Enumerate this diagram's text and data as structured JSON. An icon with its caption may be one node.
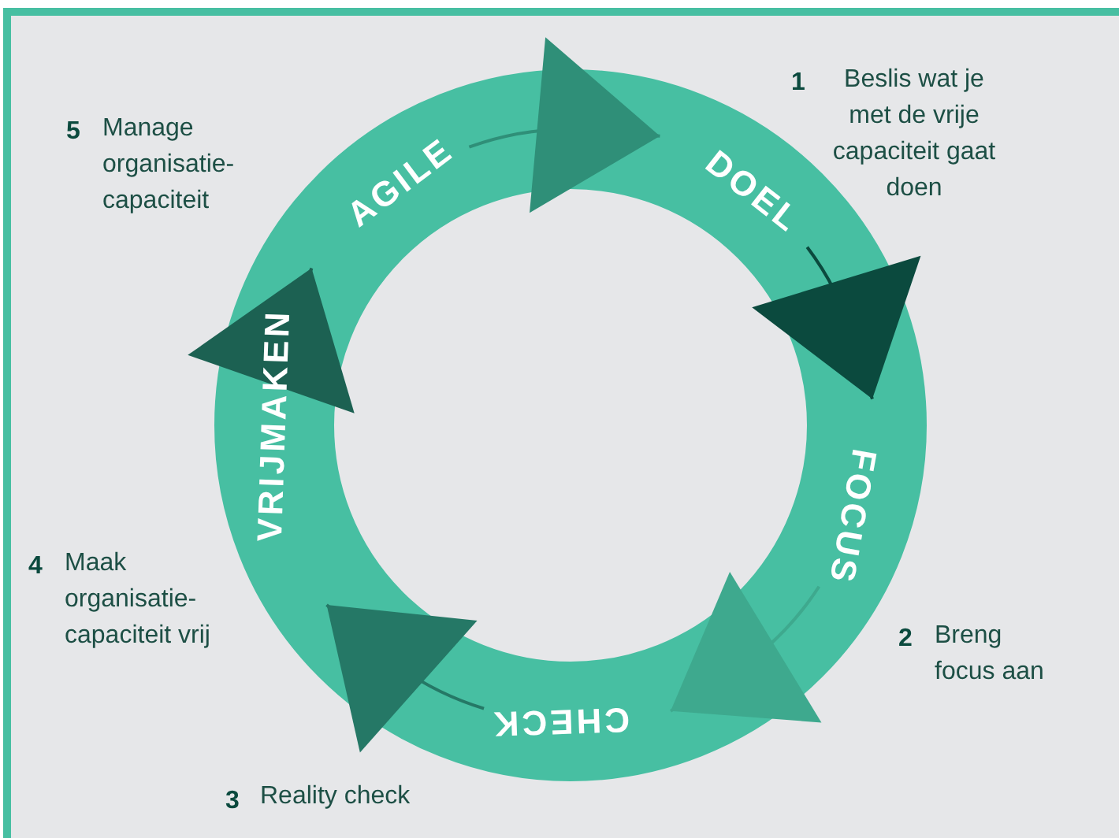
{
  "diagram": {
    "nodes": [
      {
        "text": [
          "AGILE"
        ]
      },
      {
        "text": [
          "DOEL"
        ]
      },
      {
        "text": [
          "FOCUS"
        ]
      },
      {
        "text": [
          "CHECK"
        ]
      },
      {
        "text": [
          "VRIJMAKEN"
        ]
      }
    ],
    "edges": [
      {
        "from": 0,
        "to": 1,
        "arrow": "to",
        "color": "#2f8f78"
      },
      {
        "from": 1,
        "to": 2,
        "arrow": "to",
        "color": "#0b4a3e"
      },
      {
        "from": 2,
        "to": 3,
        "arrow": "to",
        "color": "#3ea98e"
      },
      {
        "from": 3,
        "to": 4,
        "arrow": "to",
        "color": "#257866"
      },
      {
        "from": 4,
        "to": 0,
        "arrow": "to",
        "color": "#1c6152"
      }
    ],
    "labels": [
      "5",
      "Manage organisatie-capaciteit",
      "1",
      "Beslis wat je met de vrije capaciteit gaat doen",
      "4",
      "Maak organisatie-capaciteit vrij",
      "2",
      "Breng focus aan",
      "3",
      "Reality check"
    ]
  }
}
